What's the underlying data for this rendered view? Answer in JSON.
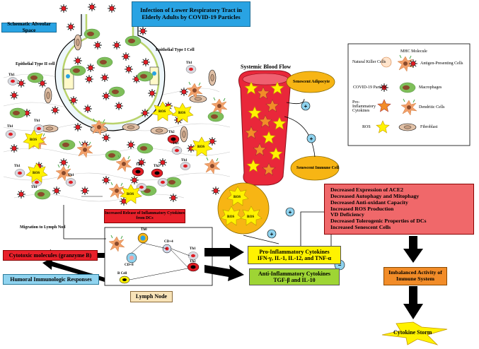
{
  "title": "Infection of Lower Respiratory Tract in Elderly Adults by COVID-19 Particles",
  "alveolar_label": "Schematic Alveolar Space",
  "epithelial_type1": "Epithelial Type I Cell",
  "epithelial_type2": "Epithelial Type II cell",
  "systemic_blood_flow": "Systemic Blood Flow",
  "senescent_adipocyte": "Senescent Adipocyte",
  "senescent_immune_cell": "Senescent Immune Cell",
  "increased_release": "Increased Release of Inflammatory Cytokines from DCs",
  "migration": "Migration to Lymph Nod",
  "lymph_node": "Lymph Node",
  "cytotoxic": "Cytotoxic molecules (granzyme B)",
  "humoral": "Humoral Immunologic Responses",
  "pro_inflammatory": {
    "line1": "Pro-Inflammatory Cytokines",
    "line2": "IFN-γ, IL-1, IL-12, and TNF-α"
  },
  "anti_inflammatory": {
    "line1": "Anti-Inflammatory Cytokines",
    "line2": "TGF-β and IL-10"
  },
  "aging_effects": [
    "Decreased Expression of ACE2",
    "Decreased Autophagy and Mitophagy",
    "Decreased Anti-oxidant Capacity",
    "Increased ROS Production",
    "VD Deficiency",
    "Decreased Tolerogenic Properties of DCs",
    "Increased Senescent Cells"
  ],
  "imbalanced": "Imbalanced Activity of Immune System",
  "cytokine_storm": "Cytokine Storm",
  "legend": {
    "mhc": "MHC Molecule",
    "nk": "Natural Killer Cells",
    "apc": "Antigen-Presenting Cells",
    "covid": "COVID-19 Particle",
    "macrophages": "Macrophages",
    "pro_cytokines": "Pro-Inflammatory Cytokines",
    "dendritic": "Dendritic Cells",
    "ros": "ROS",
    "fibroblast": "Fibroblast"
  },
  "cell_labels": {
    "th1": "Th1",
    "th2": "Th2",
    "th0": "Th0",
    "cd4": "CD+4",
    "cd8": "CD+8",
    "bcell": "B Cell",
    "ros": "ROS"
  },
  "signs": {
    "plus": "+",
    "minus": "−"
  },
  "colors": {
    "title_box": "#29a3e3",
    "red_box": "#e8202a",
    "light_blue_box": "#8fd3ef",
    "yellow_box": "#fff200",
    "green_box": "#9ed534",
    "salmon_box": "#f0686a",
    "orange_box": "#f28c28",
    "lymph_box": "#f8e3b8",
    "vessel": "#e9273a",
    "adipocyte": "#f7b514",
    "macrophage": "#7fbf5a",
    "fibroblast": "#e2c2a8",
    "ros_star": "#fff200"
  }
}
